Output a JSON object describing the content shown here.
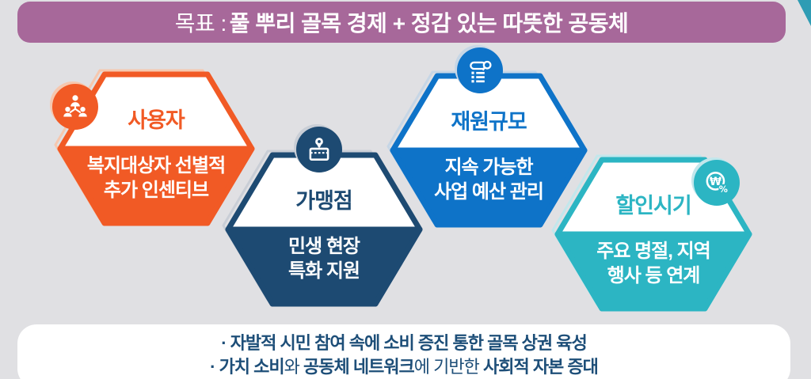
{
  "banner": {
    "prefix": "목표 :",
    "title": "풀 뿌리 골목 경제 + 정감 있는 따뜻한 공동체",
    "bg_color": "#a7689a",
    "text_color": "#ffffff"
  },
  "hexagons": [
    {
      "id": "users",
      "title": "사용자",
      "body_line1": "복지대상자 선별적",
      "body_line2": "추가 인센티브",
      "color": "#f15a25",
      "icon": "org-chart-icon"
    },
    {
      "id": "merchants",
      "title": "가맹점",
      "body_line1": "민생 현장",
      "body_line2": "특화 지원",
      "color": "#1d4a72",
      "icon": "store-pin-icon"
    },
    {
      "id": "budget",
      "title": "재원규모",
      "body_line1": "지속 가능한",
      "body_line2": "사업 예산 관리",
      "color": "#0e73c8",
      "icon": "budget-list-search-icon"
    },
    {
      "id": "discount",
      "title": "할인시기",
      "body_line1": "주요 명절, 지역",
      "body_line2": "행사 등 연계",
      "color": "#2cb5c3",
      "icon": "won-percent-icon"
    }
  ],
  "footer": {
    "bullet1": "·",
    "line1": "자발적 시민 참여 속에 소비 증진 통한 골목 상권 육성",
    "bullet2": "·",
    "line2_b1": "가치 소비",
    "line2_r1": "와 ",
    "line2_b2": "공동체 네트워크",
    "line2_r2": "에 기반한 ",
    "line2_b3": "사회적 자본 증대",
    "text_color": "#1d4e78"
  },
  "colors": {
    "background": "#e0e0e3",
    "corner_accent": "#2f9cb4"
  }
}
